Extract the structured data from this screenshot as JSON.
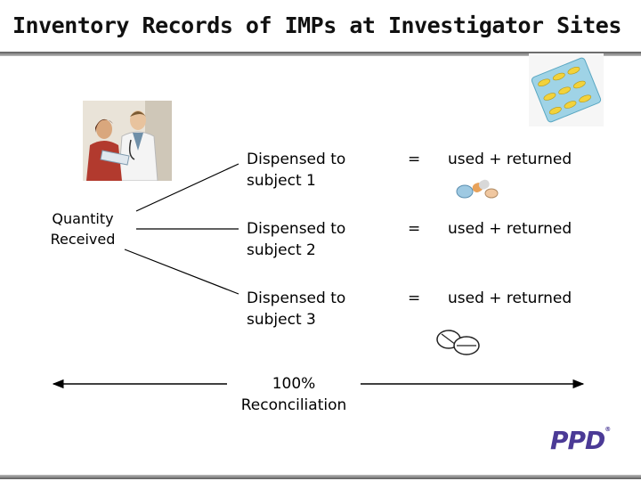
{
  "slide": {
    "title": "Inventory Records of IMPs at Investigator Sites",
    "quantity_received": [
      "Quantity",
      "Received"
    ],
    "rows": [
      {
        "dispensed": [
          "Dispensed to",
          "subject 1"
        ],
        "equals": "=",
        "result": "used + returned"
      },
      {
        "dispensed": [
          "Dispensed to",
          "subject 2"
        ],
        "equals": "=",
        "result": "used + returned"
      },
      {
        "dispensed": [
          "Dispensed to",
          "subject 3"
        ],
        "equals": "=",
        "result": "used + returned"
      }
    ],
    "reconciliation": [
      "100%",
      "Reconciliation"
    ]
  },
  "logo": {
    "text": "PPD",
    "mark": "®",
    "color": "#4b3a96"
  },
  "icons": [
    "doctor-patient-clipart",
    "blister-pack-clipart",
    "capsules-clipart",
    "tablets-clipart"
  ]
}
